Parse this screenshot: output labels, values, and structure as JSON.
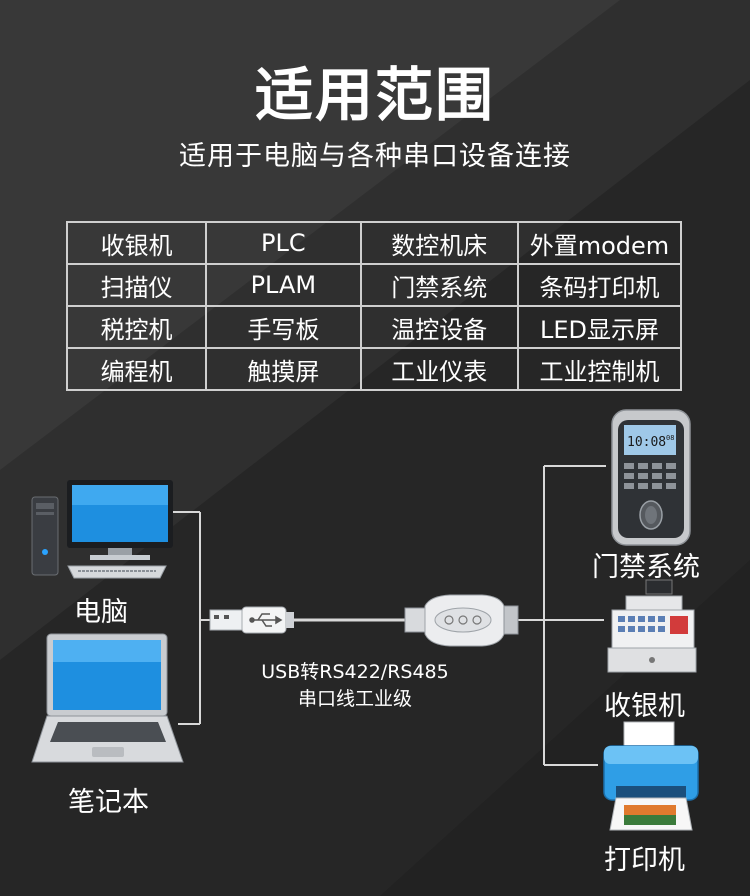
{
  "title": "适用范围",
  "subtitle": "适用于电脑与各种串口设备连接",
  "devices_table": [
    [
      "收银机",
      "PLC",
      "数控机床",
      "外置modem"
    ],
    [
      "扫描仪",
      "PLAM",
      "门禁系统",
      "条码打印机"
    ],
    [
      "税控机",
      "手写板",
      "温控设备",
      "LED显示屏"
    ],
    [
      "编程机",
      "触摸屏",
      "工业仪表",
      "工业控制机"
    ]
  ],
  "left_devices": {
    "desktop_label": "电脑",
    "laptop_label": "笔记本"
  },
  "cable": {
    "line1": "USB转RS422/RS485",
    "line2": "串口线工业级"
  },
  "right_devices": {
    "access_label": "门禁系统",
    "cashier_label": "收银机",
    "printer_label": "打印机"
  },
  "access_screen": {
    "time": "10:08",
    "seconds": "08"
  },
  "icons": [
    "desktop-computer-icon",
    "laptop-icon",
    "usb-connector-icon",
    "usb-symbol-icon",
    "db9-connector-icon",
    "access-control-terminal-icon",
    "cash-register-icon",
    "printer-icon"
  ],
  "colors": {
    "background": "#262626",
    "diagonal_light": "#353535",
    "line": "#d8d8d8",
    "screen_blue": "#1e8fe0"
  }
}
